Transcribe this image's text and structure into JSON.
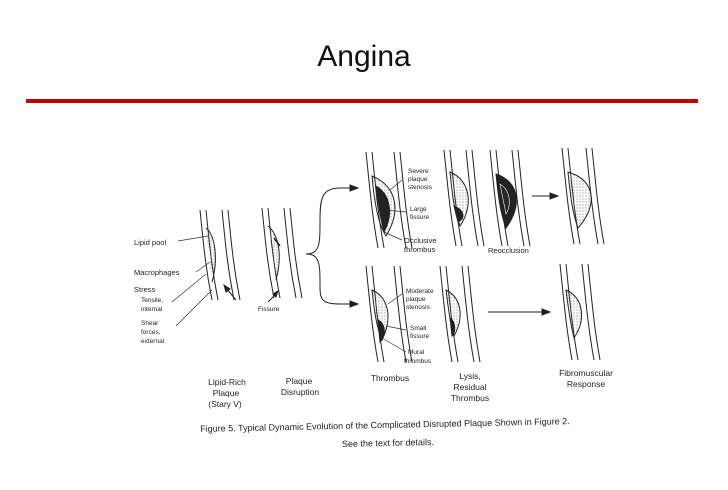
{
  "slide": {
    "title": "Angina"
  },
  "labels": {
    "lipid_pool": "Lipid pool",
    "macrophages": "Macrophages",
    "stress": "Stress",
    "tensile_1": "Tensile,",
    "tensile_2": "internal",
    "shear_1": "Shear",
    "shear_2": "forces,",
    "shear_3": "external",
    "fissure": "Fissure",
    "severe_1": "Severe",
    "severe_2": "plaque",
    "severe_3": "stenosis",
    "large_1": "Large",
    "large_2": "fissure",
    "occlusive_1": "Occlusive",
    "occlusive_2": "thrombus",
    "reocclusion": "Reocclusion",
    "moderate_1": "Moderate",
    "moderate_2": "plaque",
    "moderate_3": "stenosis",
    "small_1": "Small",
    "small_2": "fissure",
    "mural_1": "Mural",
    "mural_2": "thrombus"
  },
  "stages": {
    "lipid_1": "Lipid-Rich",
    "lipid_2": "Plaque",
    "lipid_3": "(Stary V)",
    "disruption_1": "Plaque",
    "disruption_2": "Disruption",
    "thrombus": "Thrombus",
    "lysis_1": "Lysis,",
    "lysis_2": "Residual",
    "lysis_3": "Thrombus",
    "fibro_1": "Fibromuscular",
    "fibro_2": "Response"
  },
  "caption": {
    "line1": "Figure 5. Typical Dynamic Evolution of the Complicated Disrupted Plaque Shown in Figure 2.",
    "line2": "See the text for details."
  }
}
